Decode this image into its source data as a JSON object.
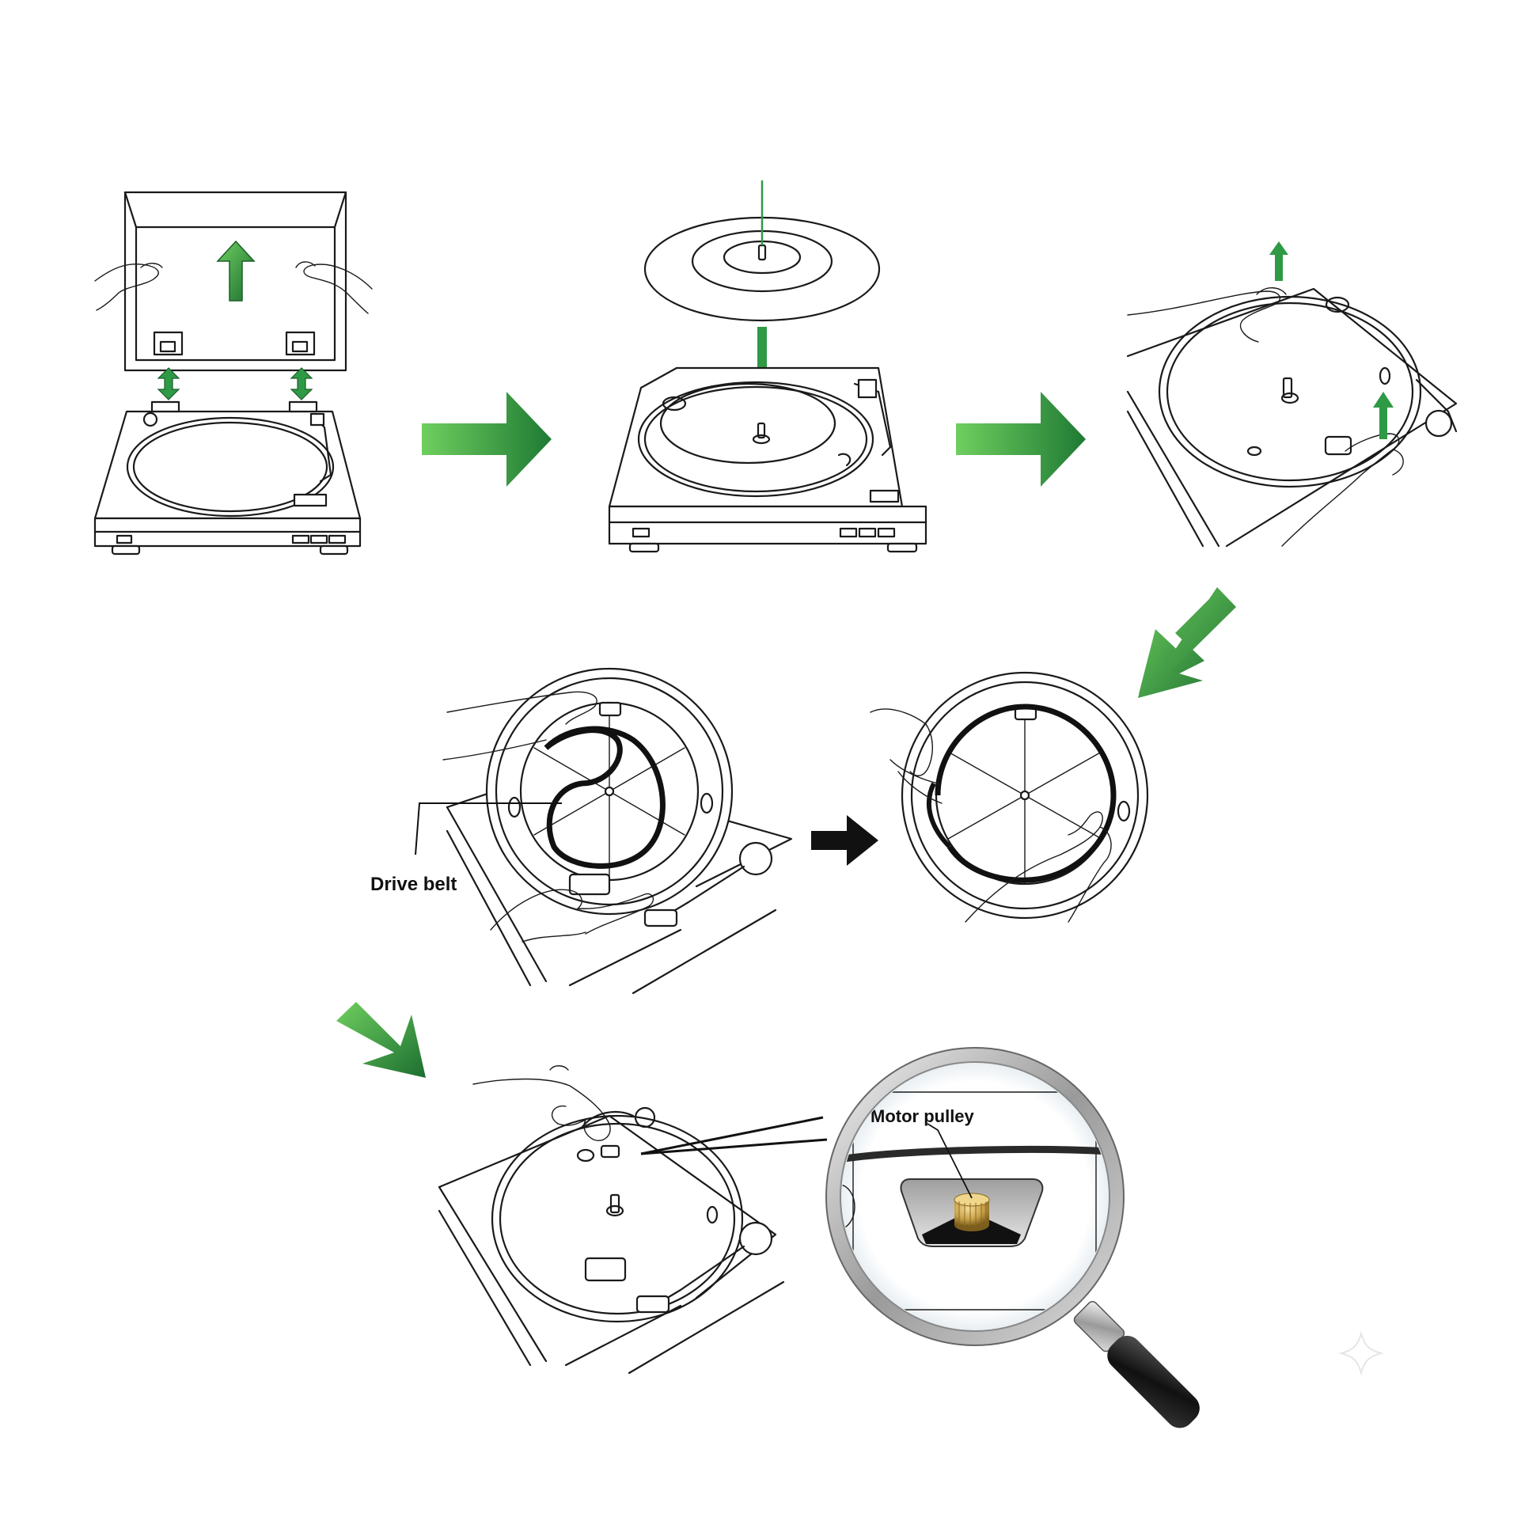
{
  "labels": {
    "drive_belt": "Drive belt",
    "motor_pulley": "Motor pulley"
  },
  "colors": {
    "arrow_green_light": "#5cc05a",
    "arrow_green_dark": "#1f7a34",
    "arrow_black": "#111111",
    "pulley_gold": "#c9a24a",
    "line": "#1a1a1a",
    "background": "#ffffff"
  },
  "steps": [
    {
      "id": 1,
      "depicts": "remove-dust-cover"
    },
    {
      "id": 2,
      "depicts": "lift-platter-mat"
    },
    {
      "id": 3,
      "depicts": "lift-platter"
    },
    {
      "id": 4,
      "depicts": "flip-platter-drive-belt"
    },
    {
      "id": 5,
      "depicts": "loop-belt-on-platter"
    },
    {
      "id": 6,
      "depicts": "fit-belt-on-motor-pulley"
    }
  ]
}
